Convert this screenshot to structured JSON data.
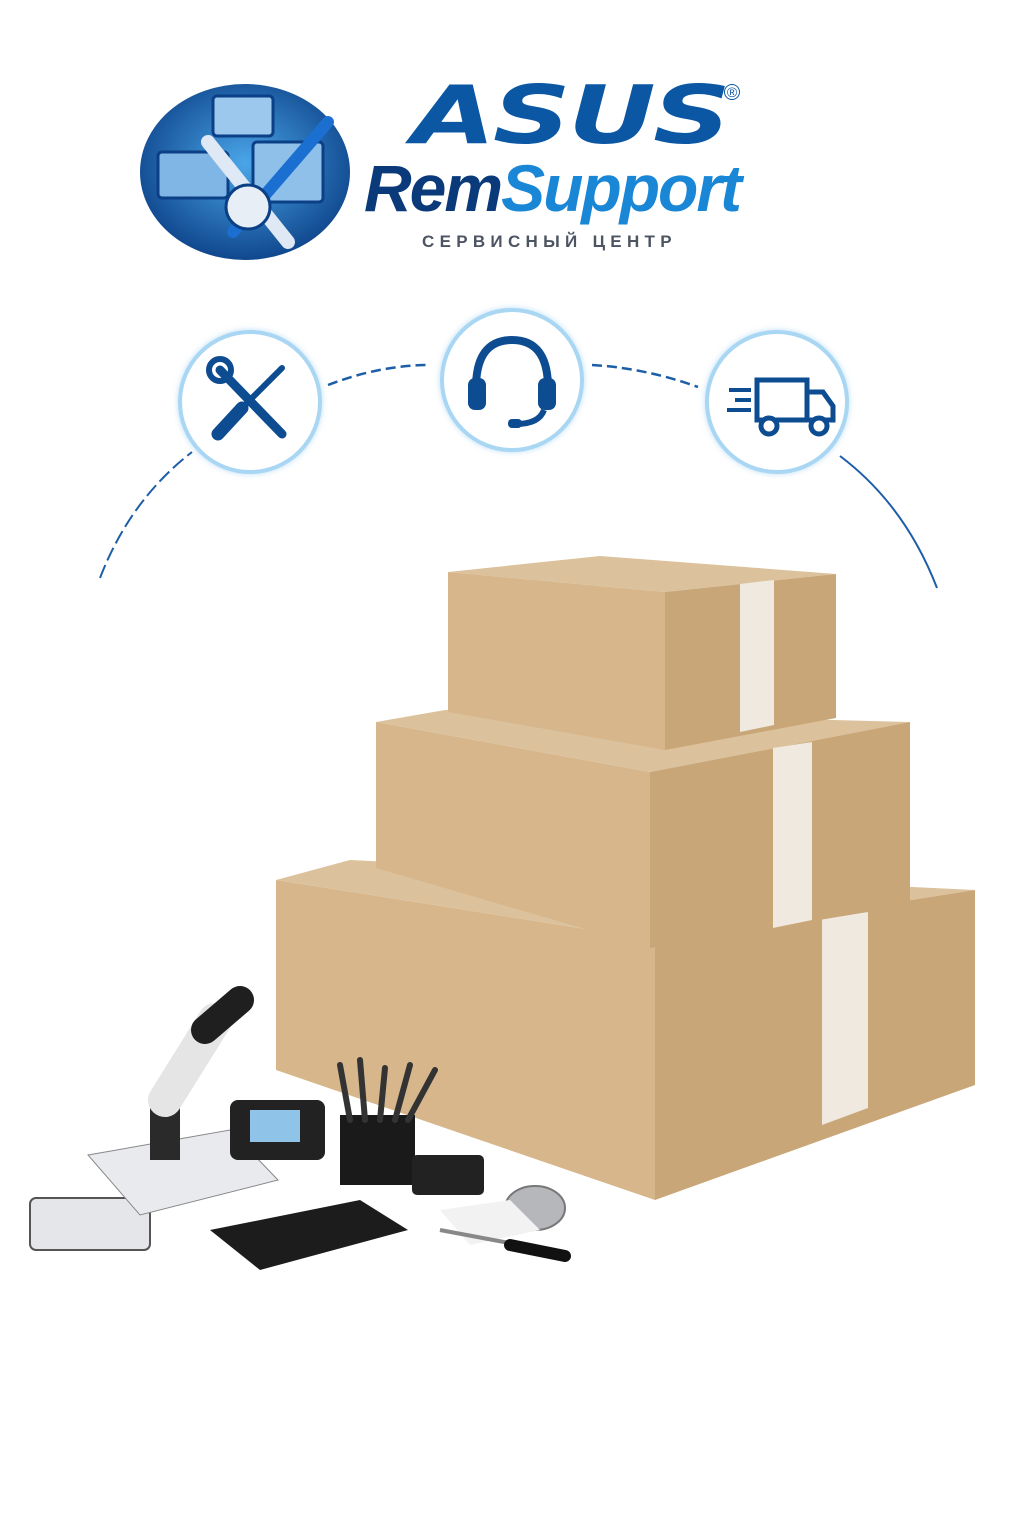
{
  "brand": {
    "asus": "ASUS",
    "registered": "®",
    "name_part1": "Rem",
    "name_part2": "Support",
    "tagline": "СЕРВИСНЫЙ ЦЕНТР"
  },
  "services": [
    {
      "icon": "wrench-screwdriver-icon"
    },
    {
      "icon": "headset-icon"
    },
    {
      "icon": "delivery-truck-icon"
    }
  ],
  "colors": {
    "brand_dark": "#0a3a7a",
    "brand_light": "#1a86d6",
    "ring": "#a9d7f3",
    "cardboard": "#d4b48a"
  }
}
